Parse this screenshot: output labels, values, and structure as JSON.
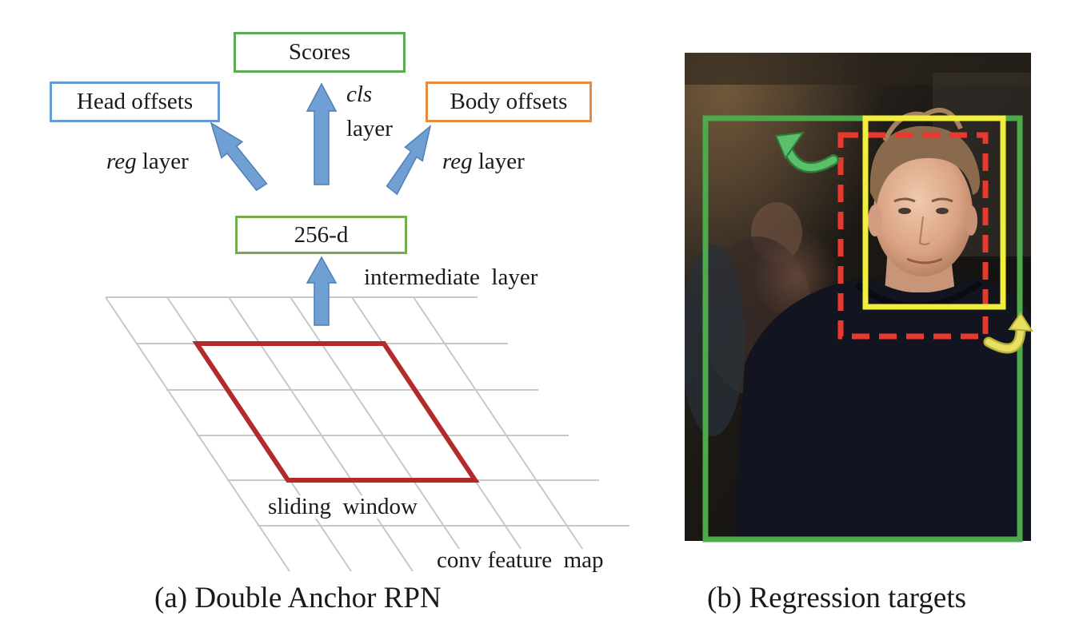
{
  "panel_a": {
    "boxes": {
      "scores": "Scores",
      "head_offsets": "Head offsets",
      "body_offsets": "Body offsets",
      "intermediate": "256-d"
    },
    "labels": {
      "cls_italic": "cls",
      "cls_layer": "layer",
      "reg_left_italic": "reg",
      "reg_left_layer": "layer",
      "reg_right_italic": "reg",
      "reg_right_layer": "layer",
      "intermediate_layer": "intermediate  layer",
      "sliding_window": "sliding  window",
      "conv_feature_map": "conv feature  map"
    },
    "caption": "(a) Double Anchor RPN",
    "colors": {
      "scores_border": "#5aad4e",
      "head_border": "#6a9bd0",
      "body_border": "#e58a3f",
      "intermediate_border": "#74ac4e",
      "arrow_fill": "#6f9fd3",
      "arrow_stroke": "#4f7fb6",
      "grid": "#c8c8c8",
      "sliding_window": "#b32a2a"
    }
  },
  "panel_b": {
    "caption": "(b) Regression targets",
    "colors": {
      "body_box": "#4caa4a",
      "head_box": "#f2ee3c",
      "anchor_box": "#e63a2e",
      "body_arrow": "#5cbf6a",
      "head_arrow": "#e8e060"
    }
  }
}
